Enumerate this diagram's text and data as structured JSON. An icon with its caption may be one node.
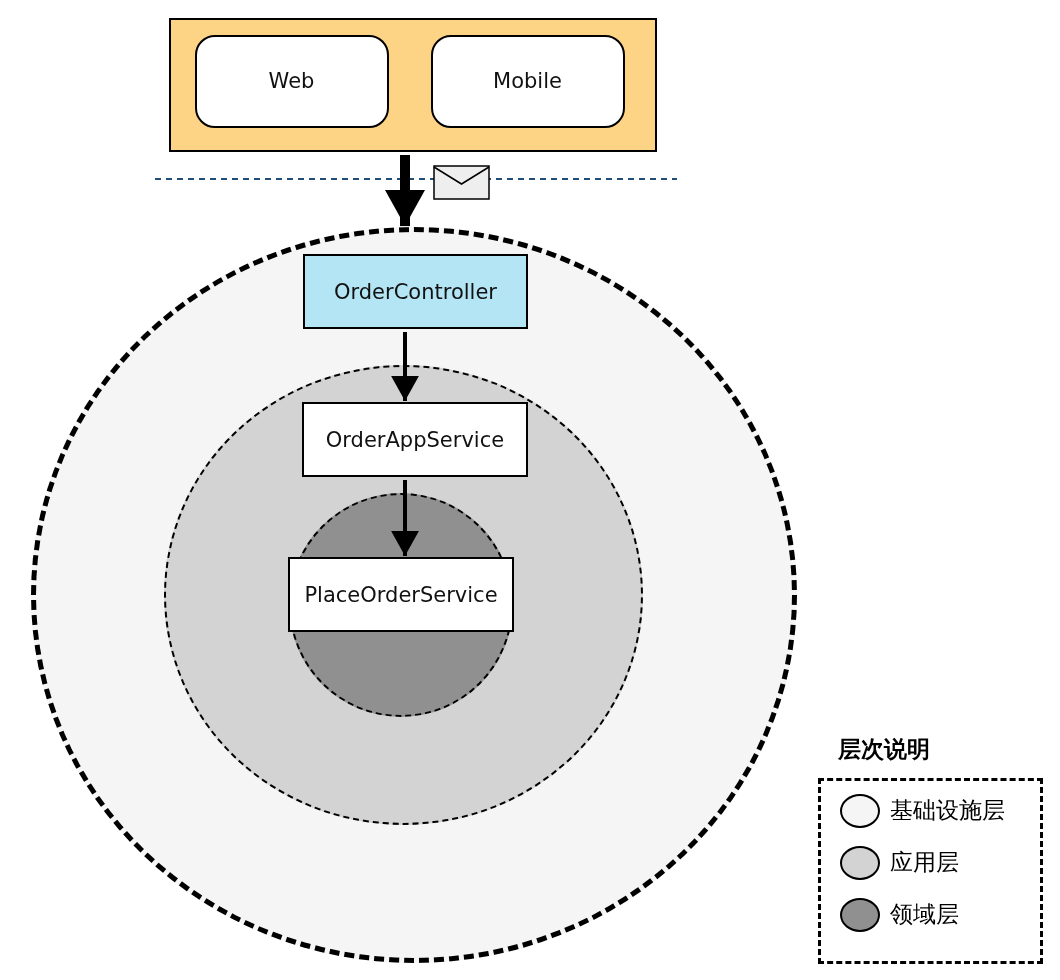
{
  "diagram": {
    "nodes": [
      {
        "text": [],
        "shape": "box"
      },
      {
        "text": [
          "Web"
        ],
        "in": 0
      },
      {
        "text": [
          "Mobile"
        ],
        "in": 0
      },
      {
        "text": [],
        "shape": "circle"
      },
      {
        "text": [
          "OrderController"
        ],
        "in": 3
      },
      {
        "text": [],
        "shape": "circle",
        "in": 3
      },
      {
        "text": [
          "OrderAppService"
        ],
        "in": 5
      },
      {
        "text": [],
        "shape": "circle",
        "in": 5
      },
      {
        "text": [
          "PlaceOrderService"
        ],
        "in": 7
      }
    ],
    "edges": [
      {
        "from": 0,
        "to": 3,
        "arrow": "to",
        "style": "thick"
      },
      {
        "from": 4,
        "to": 6,
        "arrow": "to"
      },
      {
        "from": 6,
        "to": 8,
        "arrow": "to"
      }
    ],
    "labels": [
      "层次说明"
    ],
    "legend": [
      {
        "text": "基础设施层",
        "color": "#f5f5f5"
      },
      {
        "text": "应用层",
        "color": "#d3d3d3"
      },
      {
        "text": "领域层",
        "color": "#909090"
      }
    ]
  }
}
